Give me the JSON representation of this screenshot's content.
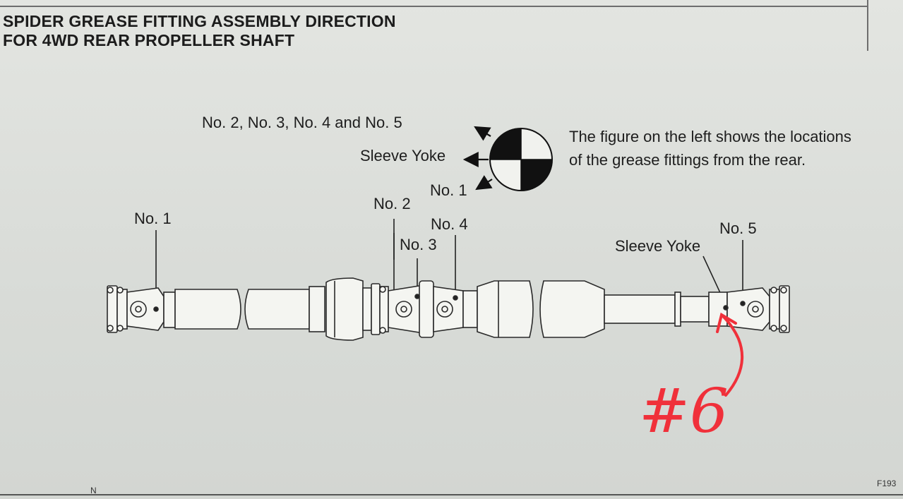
{
  "title": {
    "line1": "SPIDER GREASE FITTING ASSEMBLY DIRECTION",
    "line2": "FOR 4WD REAR PROPELLER SHAFT"
  },
  "legend": {
    "top_label": "No. 2, No. 3, No. 4 and No. 5",
    "sleeve_label": "Sleeve Yoke",
    "no1_label": "No. 1"
  },
  "note": {
    "line1": "The figure on the left shows the locations",
    "line2": "of the grease fittings from the rear."
  },
  "callouts": {
    "no1": "No. 1",
    "no2": "No. 2",
    "no3": "No. 3",
    "no4": "No. 4",
    "no5": "No. 5",
    "sleeve_yoke": "Sleeve Yoke"
  },
  "annotation": {
    "text": "#6",
    "color": "#f0303a"
  },
  "footer": {
    "left": "N",
    "figure_code": "F193"
  }
}
